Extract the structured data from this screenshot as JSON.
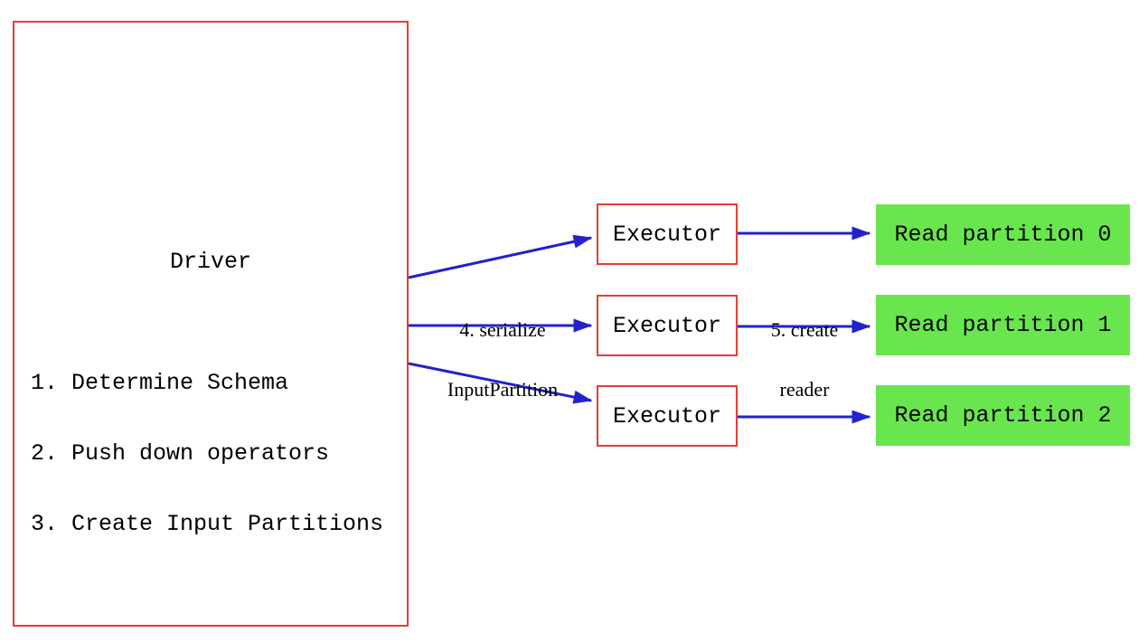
{
  "driver": {
    "title": "Driver",
    "steps": [
      "1. Determine Schema",
      "2. Push down operators",
      "3. Create Input Partitions"
    ]
  },
  "executors": [
    "Executor",
    "Executor",
    "Executor"
  ],
  "partitions": [
    "Read partition 0",
    "Read partition 1",
    "Read partition 2"
  ],
  "edge_labels": {
    "serialize": {
      "line1": "4. serialize",
      "line2": "InputPartition"
    },
    "create_reader": {
      "line1": "5. create",
      "line2": "reader"
    }
  },
  "icons": {
    "arrowhead": "filled-right-triangle"
  },
  "colors": {
    "box_border_red": "#e63d33",
    "arrow_blue": "#2222cc",
    "partition_green": "#69e64e",
    "text_black": "#000000",
    "background_white": "#ffffff"
  }
}
